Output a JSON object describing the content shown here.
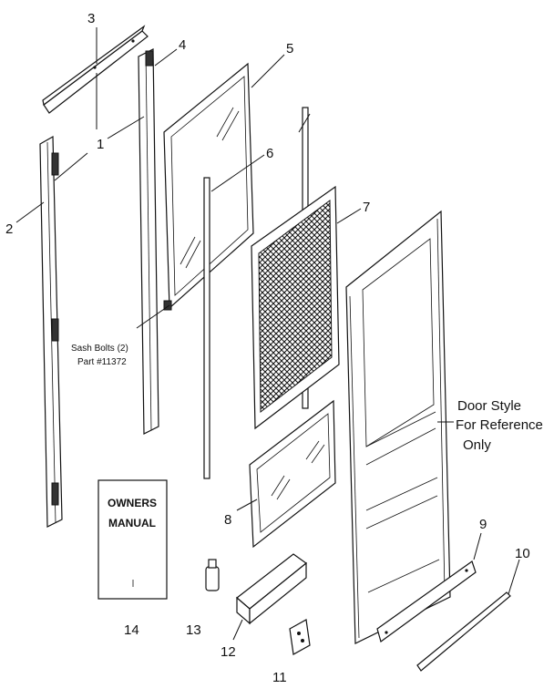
{
  "callouts": {
    "c1": "1",
    "c2": "2",
    "c3": "3",
    "c4": "4",
    "c5": "5",
    "c6": "6",
    "c7": "7",
    "c8": "8",
    "c9": "9",
    "c10": "10",
    "c11": "11",
    "c12": "12",
    "c13": "13",
    "c14": "14"
  },
  "notes": {
    "sash_bolts": "Sash Bolts (2)",
    "sash_part": "Part #11372",
    "door_style_1": "Door Style",
    "door_style_2": "For Reference",
    "door_style_3": "Only"
  },
  "manual": {
    "line1": "OWNERS",
    "line2": "MANUAL"
  }
}
